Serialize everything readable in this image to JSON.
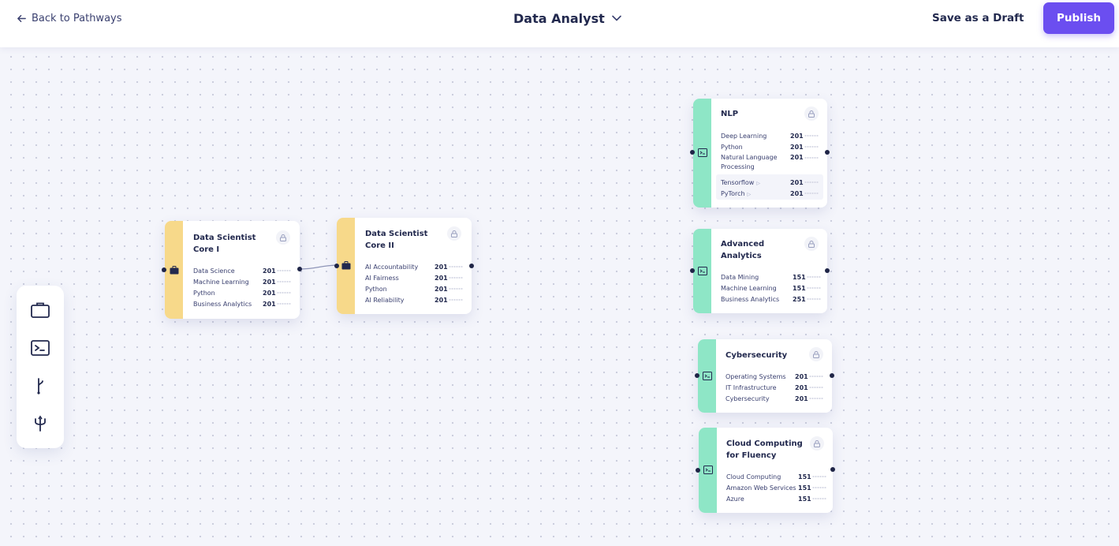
{
  "header": {
    "back_label": "Back to Pathways",
    "title": "Data Analyst",
    "save_draft_label": "Save as a Draft",
    "publish_label": "Publish"
  },
  "toolbar": {
    "tools": [
      "briefcase-icon",
      "terminal-icon",
      "branch-icon",
      "fork-icon"
    ]
  },
  "nodes": {
    "core1": {
      "title": "Data Scientist\nCore I",
      "type": "briefcase",
      "skills": [
        {
          "name": "Data Science",
          "level": "201"
        },
        {
          "name": "Machine Learning",
          "level": "201"
        },
        {
          "name": "Python",
          "level": "201"
        },
        {
          "name": "Business Analytics",
          "level": "201"
        }
      ]
    },
    "core2": {
      "title": "Data Scientist\nCore II",
      "type": "briefcase",
      "skills": [
        {
          "name": "AI Accountability",
          "level": "201"
        },
        {
          "name": "AI Fairness",
          "level": "201"
        },
        {
          "name": "Python",
          "level": "201"
        },
        {
          "name": "AI Reliability",
          "level": "201"
        }
      ]
    },
    "nlp": {
      "title": "NLP",
      "type": "terminal",
      "skills": [
        {
          "name": "Deep Learning",
          "level": "201"
        },
        {
          "name": "Python",
          "level": "201"
        },
        {
          "name": "Natural Language\nProcessing",
          "level": "201"
        }
      ],
      "subskills": [
        {
          "name": "Tensorflow",
          "level": "201"
        },
        {
          "name": "PyTorch",
          "level": "201"
        }
      ]
    },
    "advanced": {
      "title": "Advanced\nAnalytics",
      "type": "terminal",
      "skills": [
        {
          "name": "Data Mining",
          "level": "151"
        },
        {
          "name": "Machine Learning",
          "level": "151"
        },
        {
          "name": "Business Analytics",
          "level": "251"
        }
      ]
    },
    "cyber": {
      "title": "Cybersecurity",
      "type": "terminal",
      "skills": [
        {
          "name": "Operating Systems",
          "level": "201"
        },
        {
          "name": "IT Infrastructure",
          "level": "201"
        },
        {
          "name": "Cybersecurity",
          "level": "201"
        }
      ]
    },
    "cloud": {
      "title": "Cloud Computing\nfor Fluency",
      "type": "terminal",
      "skills": [
        {
          "name": "Cloud Computing",
          "level": "151"
        },
        {
          "name": "Amazon Web Services",
          "level": "151"
        },
        {
          "name": "Azure",
          "level": "151"
        }
      ]
    }
  },
  "colors": {
    "accent": "#6b4ef0",
    "stripe_yellow": "#f7d98a",
    "stripe_green": "#8ee6c6",
    "text_dark": "#22294e"
  }
}
